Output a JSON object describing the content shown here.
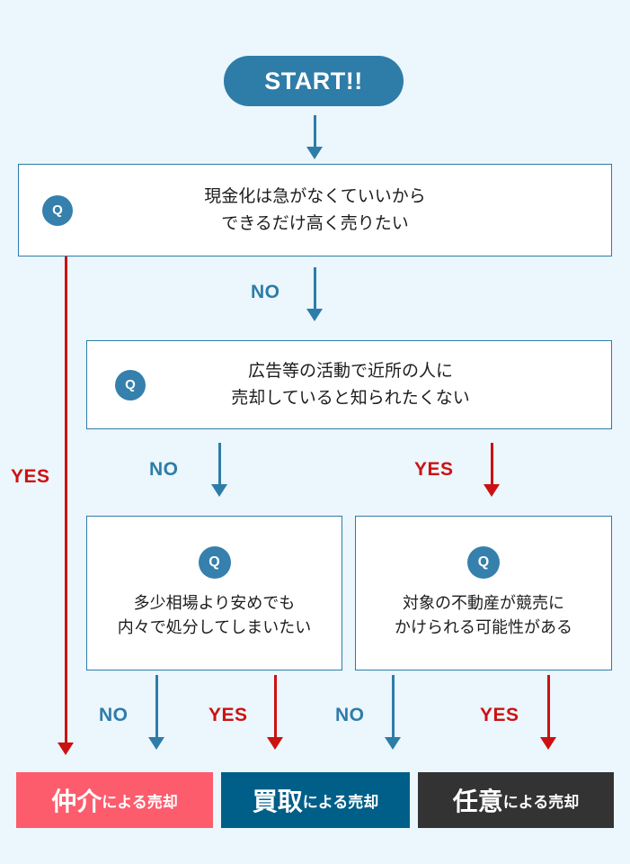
{
  "page": {
    "background_color": "#ebf6fd",
    "accent_blue": "#2e7ca8",
    "accent_red": "#cc1111",
    "badge_blue": "#3580ac"
  },
  "start": {
    "label": "START!!",
    "color": "#2e7ca8"
  },
  "questions": [
    {
      "id": "q1",
      "badge": "Q",
      "text": "現金化は急がなくていいから\nできるだけ高く売りたい"
    },
    {
      "id": "q2",
      "badge": "Q",
      "text": "広告等の活動で近所の人に\n売却していると知られたくない"
    },
    {
      "id": "q3",
      "badge": "Q",
      "text": "多少相場より安めでも\n内々で処分してしまいたい"
    },
    {
      "id": "q4",
      "badge": "Q",
      "text": "対象の不動産が競売に\nかけられる可能性がある"
    }
  ],
  "edges": [
    {
      "id": "q1-yes",
      "label": "YES",
      "color": "#cc1111"
    },
    {
      "id": "q1-no",
      "label": "NO",
      "color": "#2e7ca8"
    },
    {
      "id": "q2-no",
      "label": "NO",
      "color": "#2e7ca8"
    },
    {
      "id": "q2-yes",
      "label": "YES",
      "color": "#cc1111"
    },
    {
      "id": "q3-no",
      "label": "NO",
      "color": "#2e7ca8"
    },
    {
      "id": "q3-yes",
      "label": "YES",
      "color": "#cc1111"
    },
    {
      "id": "q4-no",
      "label": "NO",
      "color": "#2e7ca8"
    },
    {
      "id": "q4-yes",
      "label": "YES",
      "color": "#cc1111"
    }
  ],
  "results": [
    {
      "id": "r1",
      "main": "仲介",
      "suffix": "による売却",
      "color": "#fc5c6c"
    },
    {
      "id": "r2",
      "main": "買取",
      "suffix": "による売却",
      "color": "#005f88"
    },
    {
      "id": "r3",
      "main": "任意",
      "suffix": "による売却",
      "color": "#333333"
    }
  ]
}
